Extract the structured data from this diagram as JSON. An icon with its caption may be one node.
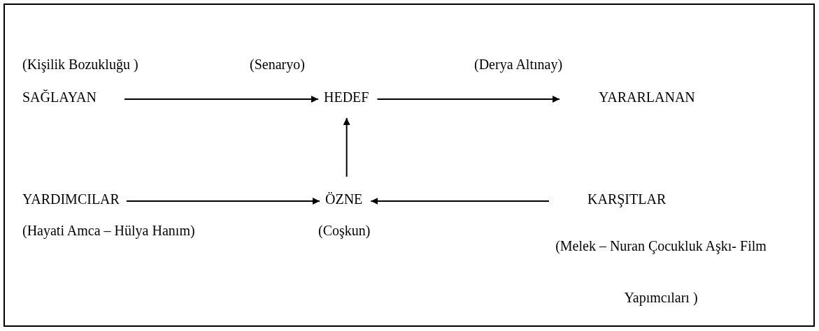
{
  "diagram": {
    "nodes": [
      {
        "text": [
          "SAĞLAYAN"
        ]
      },
      {
        "text": [
          "HEDEF"
        ]
      },
      {
        "text": [
          "YARARLANAN"
        ]
      },
      {
        "text": [
          "YARDIMCILAR"
        ]
      },
      {
        "text": [
          "ÖZNE"
        ]
      },
      {
        "text": [
          "KARŞITLAR"
        ]
      }
    ],
    "edges": [
      {
        "from": 0,
        "to": 1,
        "arrow": "to"
      },
      {
        "from": 1,
        "to": 2,
        "arrow": "to"
      },
      {
        "from": 4,
        "to": 1,
        "arrow": "to"
      },
      {
        "from": 3,
        "to": 4,
        "arrow": "to"
      },
      {
        "from": 5,
        "to": 4,
        "arrow": "to"
      }
    ],
    "labels": [
      "(Kişilik Bozukluğu )",
      "(Senaryo)",
      "(Derya Altınay)",
      "(Hayati Amca – Hülya Hanım)",
      "(Coşkun)",
      "(Melek – Nuran Çocukluk Aşkı- Film Yapımcıları )"
    ]
  }
}
